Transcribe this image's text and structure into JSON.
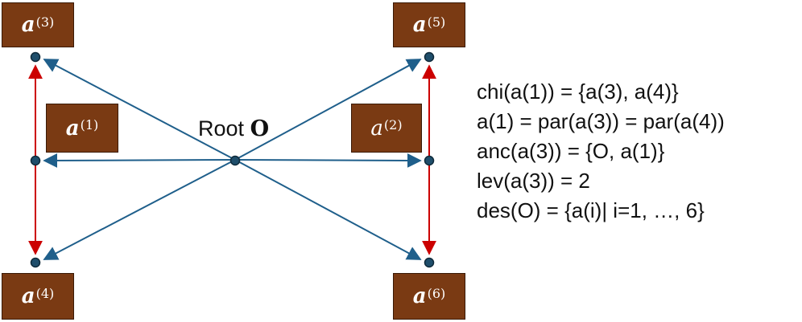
{
  "diagram": {
    "root_label": "Root",
    "root_symbol": "O",
    "nodes": [
      {
        "id": "a3",
        "symbol": "a",
        "index": "(3)",
        "bold": true
      },
      {
        "id": "a5",
        "symbol": "a",
        "index": "(5)",
        "bold": true
      },
      {
        "id": "a1",
        "symbol": "a",
        "index": "(1)",
        "bold": true
      },
      {
        "id": "a2",
        "symbol": "a",
        "index": "(2)",
        "bold": false
      },
      {
        "id": "a4",
        "symbol": "a",
        "index": "(4)",
        "bold": true
      },
      {
        "id": "a6",
        "symbol": "a",
        "index": "(6)",
        "bold": true
      }
    ],
    "edges": [
      {
        "from": "root",
        "to": "a3",
        "color": "#1f5f8b"
      },
      {
        "from": "root",
        "to": "a5",
        "color": "#1f5f8b"
      },
      {
        "from": "root",
        "to": "a1",
        "color": "#1f5f8b"
      },
      {
        "from": "root",
        "to": "a2",
        "color": "#1f5f8b"
      },
      {
        "from": "root",
        "to": "a4",
        "color": "#1f5f8b"
      },
      {
        "from": "root",
        "to": "a6",
        "color": "#1f5f8b"
      },
      {
        "from": "a1",
        "to": "a3",
        "color": "#cc0000"
      },
      {
        "from": "a1",
        "to": "a4",
        "color": "#cc0000"
      },
      {
        "from": "a2",
        "to": "a5",
        "color": "#cc0000"
      },
      {
        "from": "a2",
        "to": "a6",
        "color": "#cc0000"
      }
    ],
    "colors": {
      "box": "#7a3a13",
      "blue_edge": "#1f5f8b",
      "red_edge": "#cc0000",
      "dot": "#1f4e6b"
    }
  },
  "formulas": {
    "line1": "chi(a(1)) = {a(3), a(4)}",
    "line2": "a(1) = par(a(3)) = par(a(4))",
    "line3": "anc(a(3)) = {O, a(1)}",
    "line4": "lev(a(3)) =  2",
    "line5": "des(O) = {a(i)| i=1, …, 6}"
  }
}
